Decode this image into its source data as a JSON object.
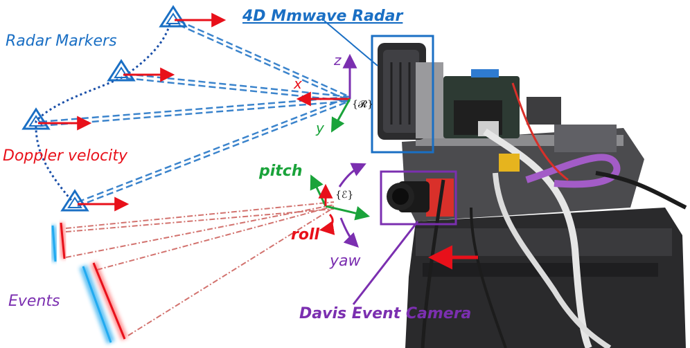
{
  "labels": {
    "radar_markers": "Radar Markers",
    "radar_title": "4D Mmwave Radar",
    "doppler": "Doppler velocity",
    "events": "Events",
    "camera_title": "Davis Event Camera",
    "pitch": "pitch",
    "roll": "roll",
    "yaw": "yaw",
    "axis_x": "x",
    "axis_y": "y",
    "axis_z": "z",
    "radar_frame": "{𝓡}",
    "event_frame": "{ℰ}"
  },
  "colors": {
    "radar_blue": "#1a6fc4",
    "velocity_red": "#e8101a",
    "event_purple": "#7b2fb0",
    "axis_green": "#1aa33a",
    "event_cyan": "#22aaf0"
  },
  "icons": {
    "marker": "triangle-marker-icon",
    "camera": "event-camera-icon",
    "radar": "radar-sensor-icon"
  }
}
